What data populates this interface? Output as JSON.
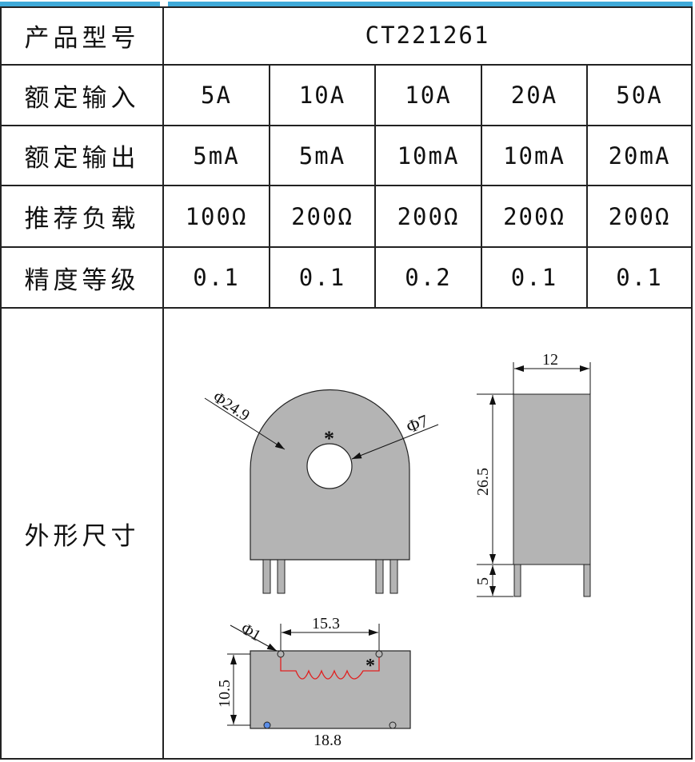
{
  "rows": [
    {
      "label": "产品型号",
      "model": "CT221261"
    },
    {
      "label": "额定输入",
      "values": [
        "5A",
        "10A",
        "10A",
        "20A",
        "50A"
      ]
    },
    {
      "label": "额定输出",
      "values": [
        "5mA",
        "5mA",
        "10mA",
        "10mA",
        "20mA"
      ]
    },
    {
      "label": "推荐负载",
      "values": [
        "100Ω",
        "200Ω",
        "200Ω",
        "200Ω",
        "200Ω"
      ]
    },
    {
      "label": "精度等级",
      "values": [
        "0.1",
        "0.1",
        "0.2",
        "0.1",
        "0.1"
      ]
    },
    {
      "label": "外形尺寸"
    }
  ],
  "dims": {
    "outer_dia": "Φ24.9",
    "hole_dia": "Φ7",
    "width": "12",
    "height": "26.5",
    "pin_len": "5",
    "pin_pitch": "15.3",
    "pin_dia": "Φ1",
    "depth": "10.5",
    "length": "18.8",
    "polarity": "*"
  },
  "colors": {
    "header_bar": "#3fa9d8",
    "body": "#b4b4b4",
    "coil": "#e02020"
  }
}
